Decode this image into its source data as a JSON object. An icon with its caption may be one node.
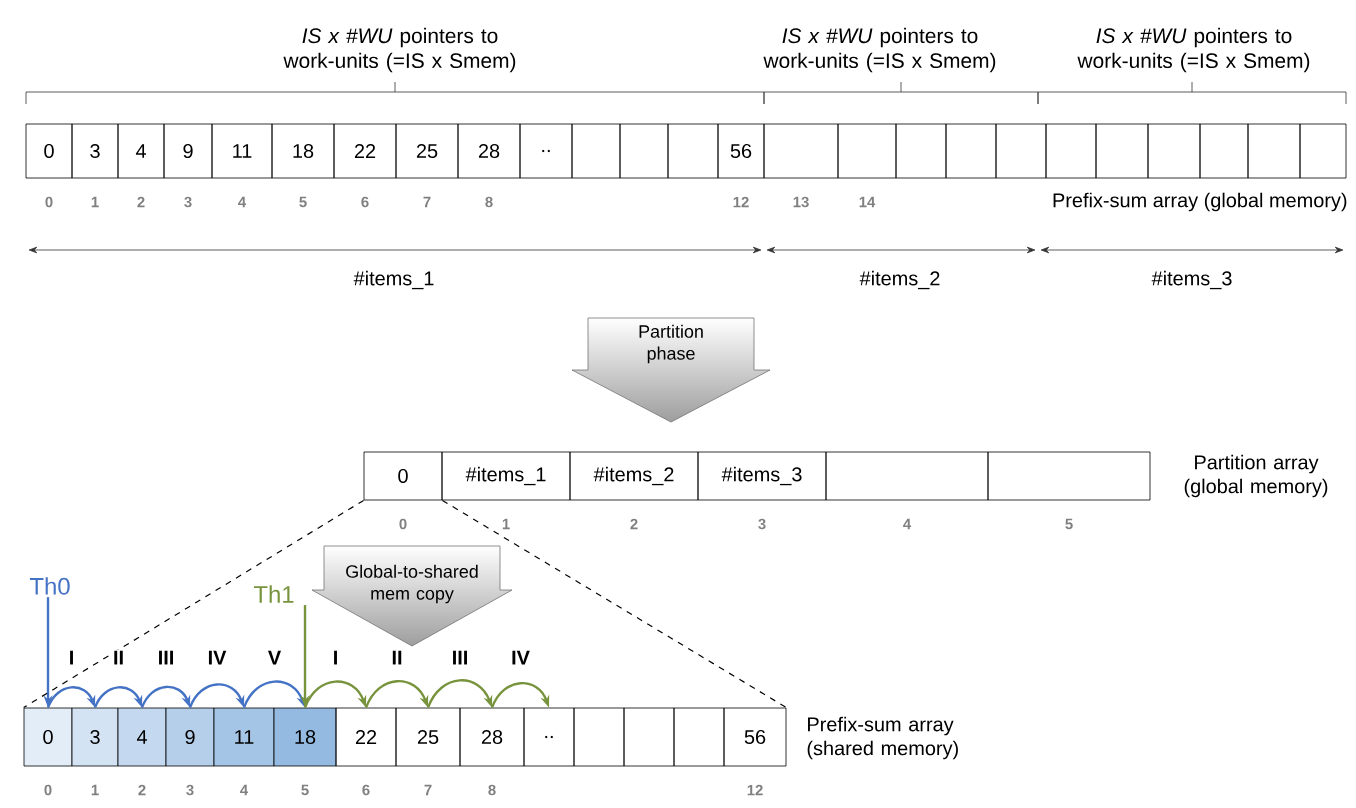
{
  "diagram": {
    "nodes": [
      {
        "text": [
          "0"
        ]
      },
      {
        "text": [
          "3"
        ]
      },
      {
        "text": [
          "4"
        ]
      },
      {
        "text": [
          "9"
        ]
      },
      {
        "text": [
          "11"
        ]
      },
      {
        "text": [
          "18"
        ]
      },
      {
        "text": [
          "22"
        ]
      },
      {
        "text": [
          "25"
        ]
      },
      {
        "text": [
          "28"
        ]
      },
      {
        "text": [
          ".."
        ]
      },
      {
        "text": [],
        "shape": "box"
      },
      {
        "text": [],
        "shape": "box"
      },
      {
        "text": [],
        "shape": "box"
      },
      {
        "text": [
          "56"
        ]
      },
      {
        "text": [],
        "shape": "box"
      },
      {
        "text": [],
        "shape": "box"
      },
      {
        "text": [],
        "shape": "box"
      },
      {
        "text": [],
        "shape": "box"
      },
      {
        "text": [],
        "shape": "box"
      },
      {
        "text": [],
        "shape": "box"
      },
      {
        "text": [],
        "shape": "box"
      },
      {
        "text": [],
        "shape": "box"
      },
      {
        "text": [],
        "shape": "box"
      },
      {
        "text": [],
        "shape": "box"
      },
      {
        "text": [],
        "shape": "box"
      },
      {
        "text": [
          "Partition phase"
        ]
      },
      {
        "text": [
          "0"
        ]
      },
      {
        "text": [
          "#items_1"
        ]
      },
      {
        "text": [
          "#items_2"
        ]
      },
      {
        "text": [
          "#items_3"
        ]
      },
      {
        "text": [],
        "shape": "box"
      },
      {
        "text": [],
        "shape": "box"
      },
      {
        "text": [
          "Global-to-shared mem copy"
        ]
      },
      {
        "text": [
          "Th0"
        ]
      },
      {
        "text": [
          "Th1"
        ]
      },
      {
        "text": [
          "0"
        ]
      },
      {
        "text": [
          "3"
        ]
      },
      {
        "text": [
          "4"
        ]
      },
      {
        "text": [
          "9"
        ]
      },
      {
        "text": [
          "11"
        ]
      },
      {
        "text": [
          "18"
        ]
      },
      {
        "text": [
          "22"
        ]
      },
      {
        "text": [
          "25"
        ]
      },
      {
        "text": [
          "28"
        ]
      },
      {
        "text": [
          ".."
        ]
      },
      {
        "text": [],
        "shape": "box"
      },
      {
        "text": [],
        "shape": "box"
      },
      {
        "text": [],
        "shape": "box"
      },
      {
        "text": [
          "56"
        ]
      }
    ],
    "edges": [
      {
        "from": 33,
        "to": 35,
        "arrow": "to",
        "color": "#4472c4"
      },
      {
        "from": 35,
        "to": 36,
        "arrow": "to",
        "label": "I",
        "color": "#4472c4"
      },
      {
        "from": 36,
        "to": 37,
        "arrow": "to",
        "label": "II",
        "color": "#4472c4"
      },
      {
        "from": 37,
        "to": 38,
        "arrow": "to",
        "label": "III",
        "color": "#4472c4"
      },
      {
        "from": 38,
        "to": 39,
        "arrow": "to",
        "label": "IV",
        "color": "#4472c4"
      },
      {
        "from": 39,
        "to": 40,
        "arrow": "to",
        "label": "V",
        "color": "#4472c4"
      },
      {
        "from": 34,
        "to": 40,
        "arrow": "to",
        "color": "#77933c"
      },
      {
        "from": 40,
        "to": 41,
        "arrow": "to",
        "label": "I",
        "color": "#77933c"
      },
      {
        "from": 41,
        "to": 42,
        "arrow": "to",
        "label": "II",
        "color": "#77933c"
      },
      {
        "from": 42,
        "to": 43,
        "arrow": "to",
        "label": "III",
        "color": "#77933c"
      },
      {
        "from": 43,
        "to": 44,
        "arrow": "to",
        "label": "IV",
        "color": "#77933c"
      },
      {
        "from": 26,
        "to": 35,
        "arrow": "none",
        "style": "dashed",
        "color": "#000000"
      },
      {
        "from": 26,
        "to": 48,
        "arrow": "none",
        "style": "dashed",
        "color": "#000000"
      }
    ],
    "labels": [
      "*IS x #WU* pointers to work-units (=IS x Smem)",
      "*IS x #WU* pointers to work-units (=IS x Smem)",
      "*IS x #WU* pointers to work-units (=IS x Smem)",
      "0",
      "1",
      "2",
      "3",
      "4",
      "5",
      "6",
      "7",
      "8",
      "12",
      "13",
      "14",
      "Prefix-sum array (global memory)",
      "#items_1",
      "#items_2",
      "#items_3",
      "0",
      "1",
      "2",
      "3",
      "4",
      "5",
      "Partition array (global memory)",
      "0",
      "1",
      "2",
      "3",
      "4",
      "5",
      "6",
      "7",
      "8",
      "12",
      "Prefix-sum array (shared memory)"
    ]
  }
}
